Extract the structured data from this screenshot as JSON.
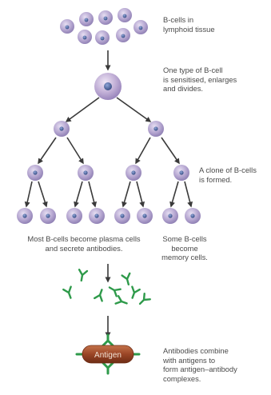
{
  "labels": {
    "tissue": [
      "B-cells in",
      "lymphoid tissue"
    ],
    "sensitised": [
      "One type of B-cell",
      "is sensitised, enlarges",
      "and divides."
    ],
    "clone": [
      "A clone of B-cells",
      "is formed."
    ],
    "plasma": [
      "Most B-cells become plasma cells",
      "and secrete antibodies."
    ],
    "memory": [
      "Some B-cells",
      "become",
      "memory cells."
    ],
    "complexes": [
      "Antibodies combine",
      "with antigens to",
      "form antigen–antibody",
      "complexes."
    ],
    "antigen": "Antigen"
  },
  "colors": {
    "cell": "#ab9cc8",
    "cell_nucleus": "#4a5f9a",
    "large_cell": "#b7a3cd",
    "arrow": "#3a3a3a",
    "antibody": "#2e9a4a",
    "antigen": "#9c4a28",
    "text": "#4a4a4a"
  }
}
